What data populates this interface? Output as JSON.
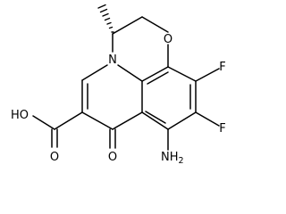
{
  "molecule": {
    "atoms": {
      "ring_oxygen": "O",
      "ring_nitrogen": "N",
      "fluorine_top": "F",
      "fluorine_bottom": "F",
      "amino_n": "N",
      "amino_h": "H",
      "amino_sub": "2",
      "ketone_oxygen": "O",
      "acid_carbonyl_oxygen": "O",
      "acid_hydroxyl": "HO"
    }
  }
}
